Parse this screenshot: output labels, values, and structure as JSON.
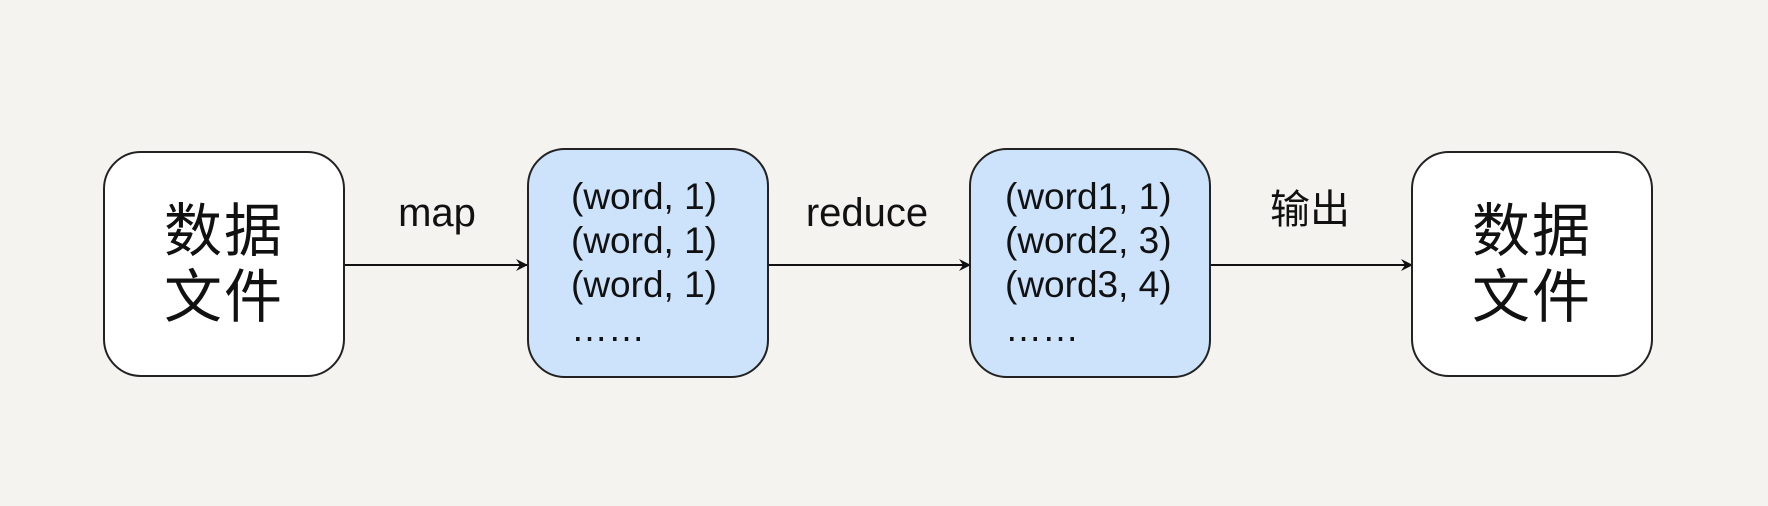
{
  "nodes": {
    "input_file": {
      "lines": [
        "数据",
        "文件"
      ]
    },
    "map_output": {
      "lines": [
        "(word, 1)",
        "(word, 1)",
        "(word, 1)",
        "……"
      ]
    },
    "reduce_output": {
      "lines": [
        "(word1, 1)",
        "(word2, 3)",
        "(word3, 4)",
        "……"
      ]
    },
    "output_file": {
      "lines": [
        "数据",
        "文件"
      ]
    }
  },
  "edges": {
    "map": "map",
    "reduce": "reduce",
    "output": "输出"
  },
  "colors": {
    "background": "#f4f3f0",
    "white_box": "#ffffff",
    "blue_box": "#cde3fb",
    "stroke": "#222222"
  }
}
